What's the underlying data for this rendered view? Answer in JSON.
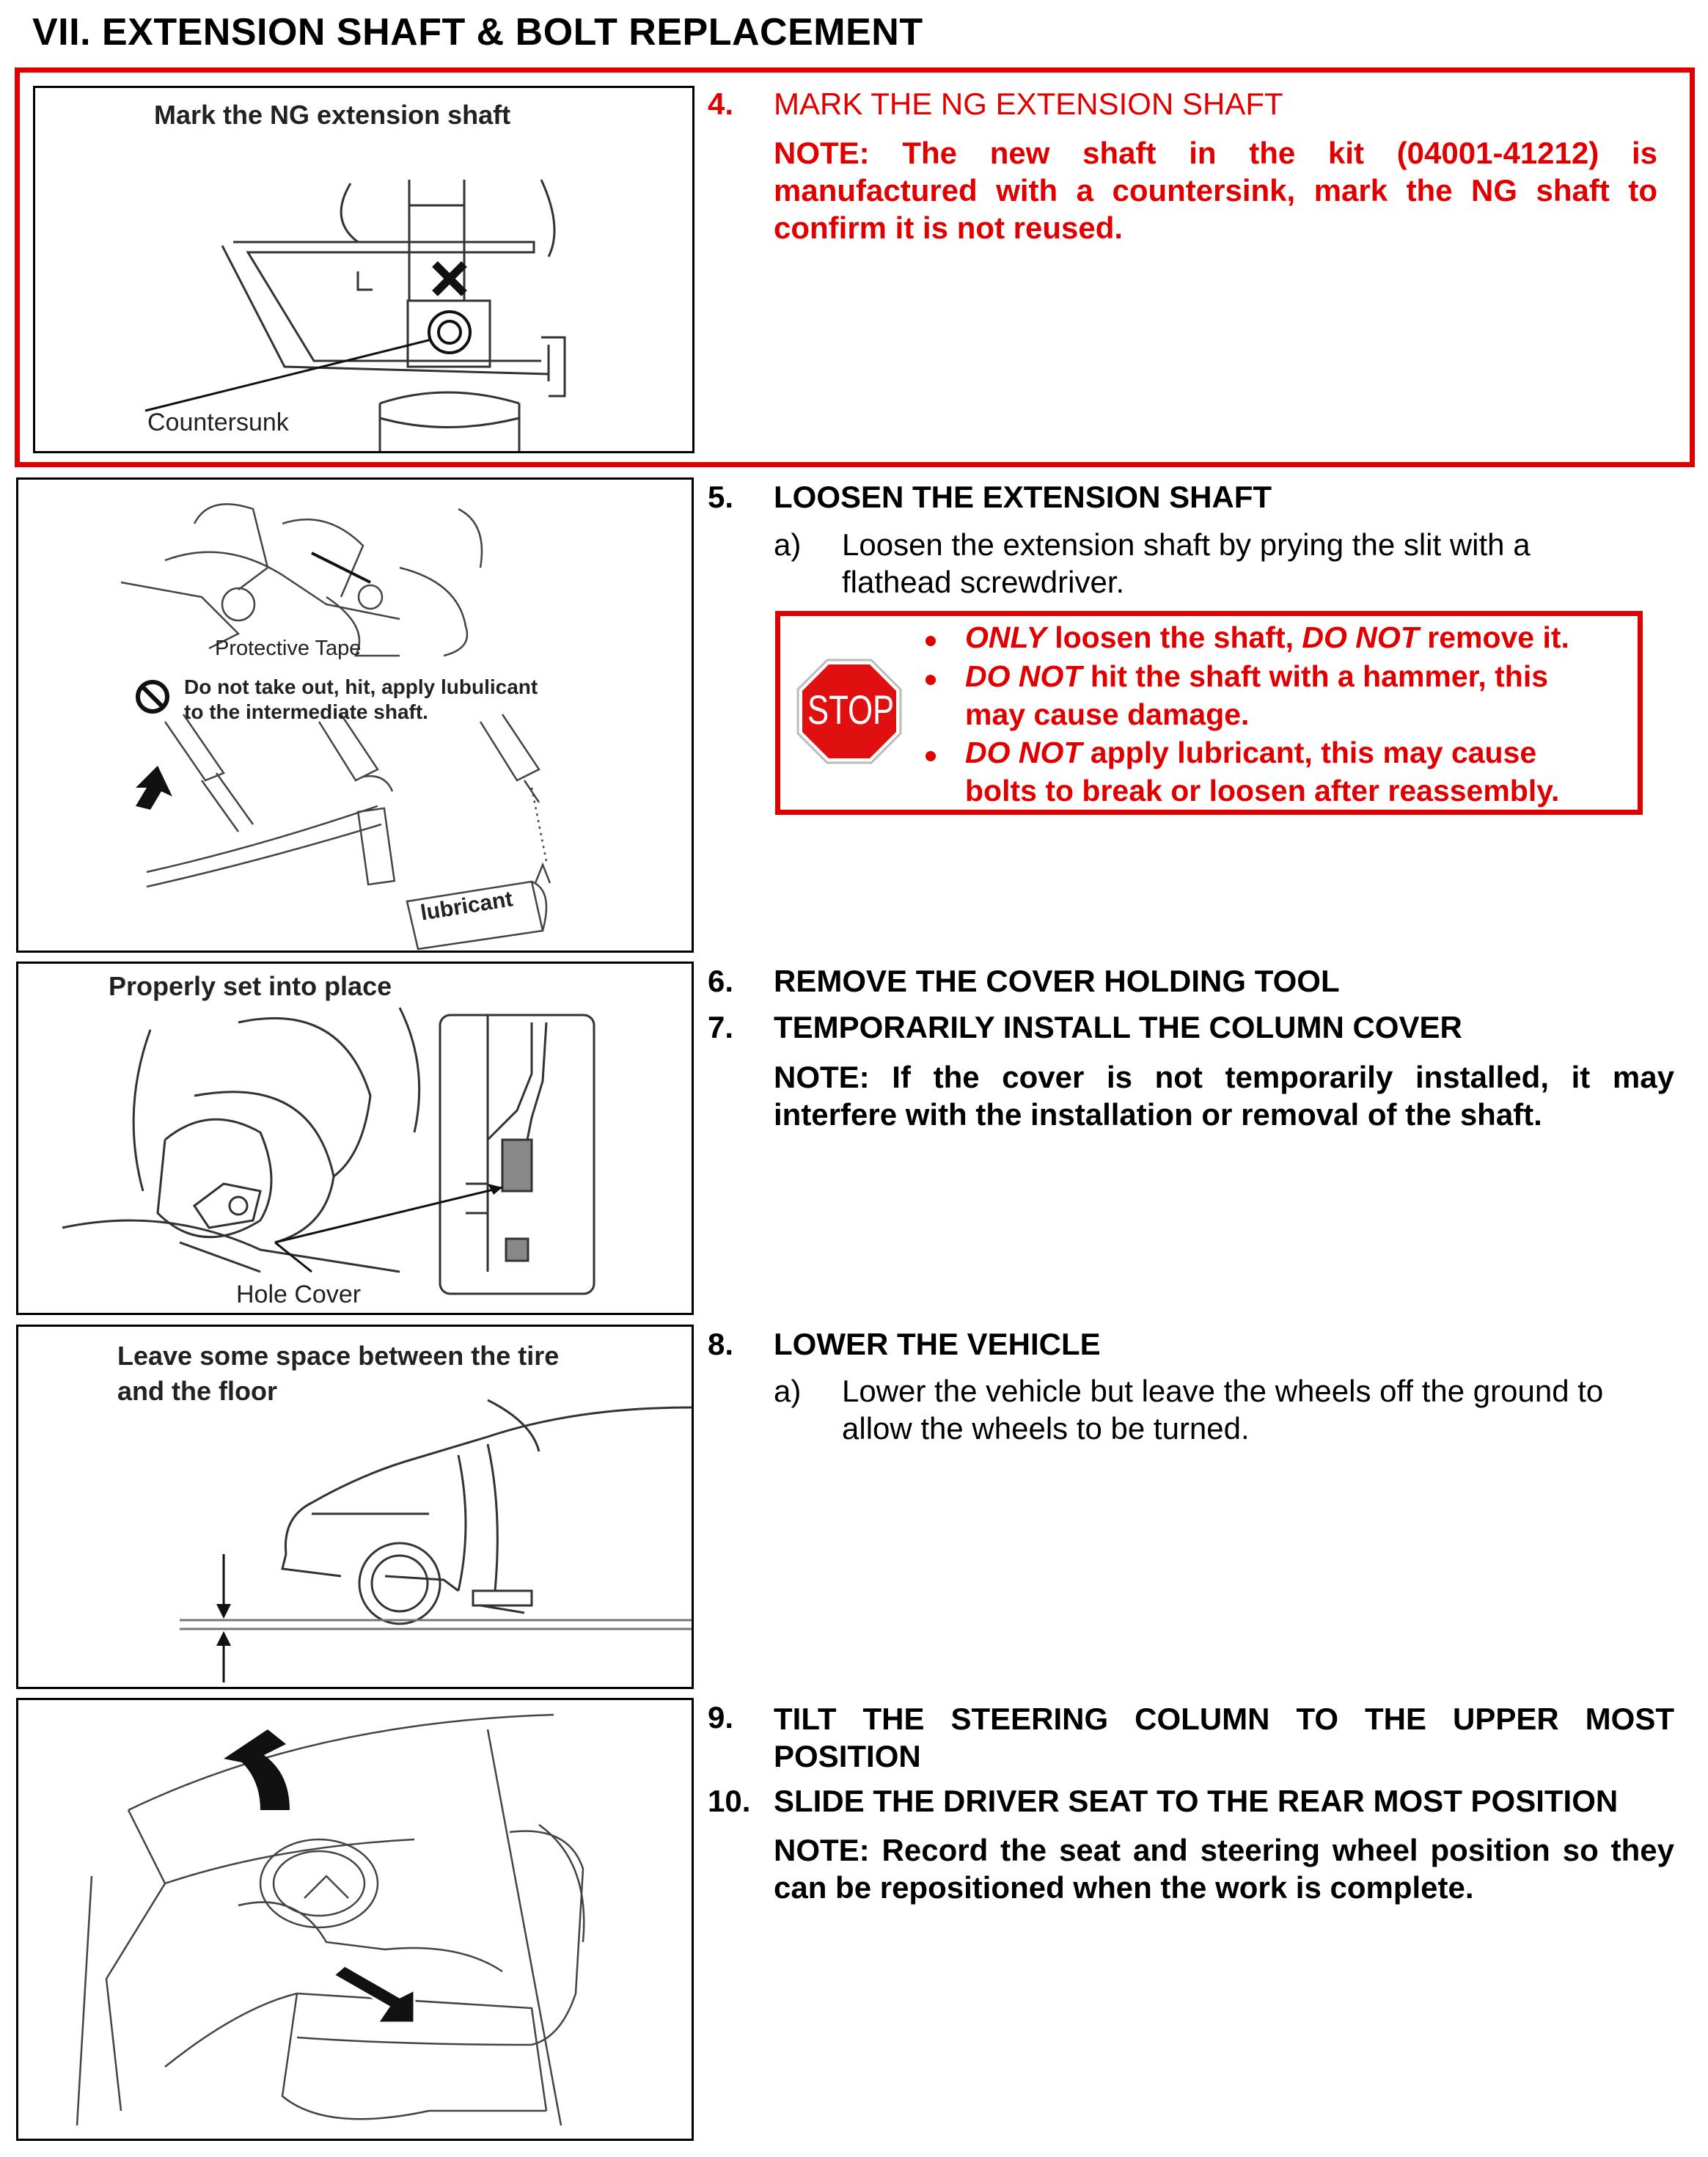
{
  "page": {
    "heading": "VII. EXTENSION SHAFT & BOLT REPLACEMENT"
  },
  "colors": {
    "accent_red": "#e00000",
    "text": "#000000"
  },
  "figures": {
    "fig1": {
      "title": "Mark the NG extension shaft",
      "label": "Countersunk",
      "icon": "x-mark-icon"
    },
    "fig2": {
      "label_tape": "Protective Tape",
      "caution": "Do not take out, hit, apply lubulicant",
      "caution2": "to the intermediate shaft.",
      "can_label": "lubricant",
      "icon": "prohibited-icon"
    },
    "fig3": {
      "title": "Properly set into place",
      "label": "Hole Cover"
    },
    "fig4": {
      "title_line1": "Leave some space between the tire",
      "title_line2": "and the floor"
    },
    "fig5": {
      "icons": [
        "up-arrow-icon",
        "rear-arrow-icon"
      ]
    }
  },
  "steps": {
    "s4": {
      "num": "4.",
      "title": "MARK THE NG EXTENSION SHAFT",
      "note_l1": "NOTE: The new shaft in the kit (04001-41212) is",
      "note_l2": "manufactured with a countersink, mark the NG shaft to",
      "note_l3": "confirm it is not reused."
    },
    "s5": {
      "num": "5.",
      "title": "LOOSEN THE EXTENSION SHAFT",
      "sub_label": "a)",
      "sub_l1": "Loosen the extension shaft by prying the slit with a",
      "sub_l2": "flathead screwdriver.",
      "stop_sign": "STOP",
      "w1_a": "ONLY",
      "w1_b": " loosen the shaft, ",
      "w1_c": "DO NOT",
      "w1_d": " remove it.",
      "w2_a": "DO NOT",
      "w2_b": " hit the shaft with a hammer, this",
      "w2_l2": "may cause damage.",
      "w3_a": "DO NOT",
      "w3_b": " apply lubricant, this may cause",
      "w3_l2": "bolts to break or loosen after reassembly."
    },
    "s6": {
      "num": "6.",
      "title": "REMOVE THE COVER HOLDING TOOL"
    },
    "s7": {
      "num": "7.",
      "title": "TEMPORARILY INSTALL THE COLUMN COVER",
      "note_l1": "NOTE: If the cover is not temporarily installed, it may",
      "note_l2": "interfere with the installation or removal of the shaft."
    },
    "s8": {
      "num": "8.",
      "title": "LOWER THE VEHICLE",
      "sub_label": "a)",
      "sub_l1": "Lower the vehicle but leave the wheels off the ground to",
      "sub_l2": "allow the wheels to be turned."
    },
    "s9": {
      "num": "9.",
      "title_l1": "TILT THE STEERING COLUMN TO THE UPPER MOST",
      "title_l2": "POSITION"
    },
    "s10": {
      "num": "10.",
      "title": "SLIDE THE DRIVER SEAT TO THE REAR MOST POSITION",
      "note_l1": "NOTE: Record the seat and steering wheel position so they",
      "note_l2": "can be repositioned when the work is complete."
    }
  }
}
